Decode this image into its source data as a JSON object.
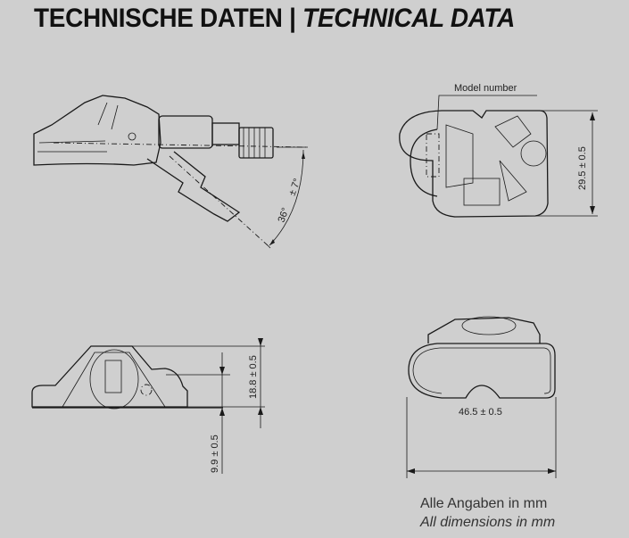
{
  "header": {
    "title_de": "TECHNISCHE DATEN",
    "separator": "|",
    "title_en": "TECHNICAL DATA"
  },
  "drawings": {
    "side_view": {
      "angle_label": "36°",
      "tolerance_label": "± 7°"
    },
    "front_view": {
      "callout": "Model number",
      "height_dim": "29.5 ± 0.5"
    },
    "base_view": {
      "height_dim": "18.8 ± 0.5",
      "offset_dim": "9.9 ± 0.5"
    },
    "top_view": {
      "width_dim": "46.5 ± 0.5"
    }
  },
  "footer": {
    "note_de": "Alle Angaben in mm",
    "note_en": "All dimensions in mm"
  }
}
